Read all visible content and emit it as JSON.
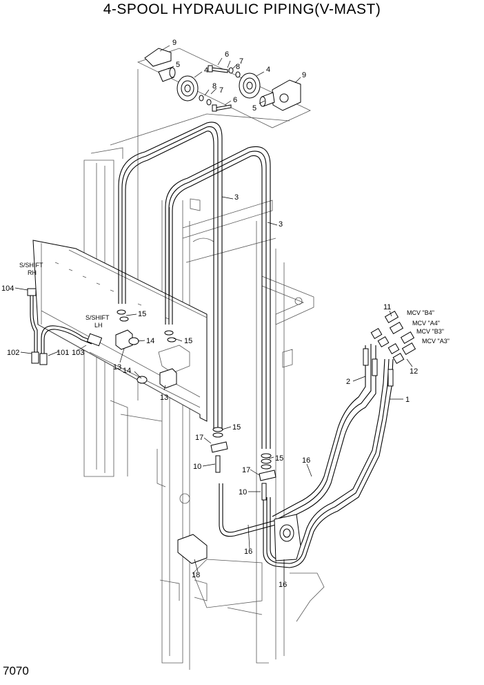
{
  "title": "4-SPOOL HYDRAULIC PIPING(V-MAST)",
  "page_number": "7070",
  "callouts": {
    "c9a": "9",
    "c9b": "9",
    "c5a": "5",
    "c5b": "5",
    "c4a": "4",
    "c4b": "4",
    "c6a": "6",
    "c6b": "6",
    "c7a": "7",
    "c7b": "7",
    "c8a": "8",
    "c8b": "8",
    "c3a": "3",
    "c3b": "3",
    "c15a": "15",
    "c15b": "15",
    "c15c": "15",
    "c15d": "15",
    "c14a": "14",
    "c14b": "14",
    "c13a": "13",
    "c13b": "13",
    "c17a": "17",
    "c17b": "17",
    "c10a": "10",
    "c10b": "10",
    "c16a": "16",
    "c16b": "16",
    "c16c": "16",
    "c18": "18",
    "c11": "11",
    "c12": "12",
    "c1": "1",
    "c2": "2",
    "c101": "101",
    "c102": "102",
    "c103": "103",
    "c104": "104"
  },
  "labels": {
    "sshift_rh_1": "S/SHIFT",
    "sshift_rh_2": "RH",
    "sshift_lh_1": "S/SHIFT",
    "sshift_lh_2": "LH",
    "mcv_b4": "MCV \"B4\"",
    "mcv_a4": "MCV \"A4\"",
    "mcv_b3": "MCV \"B3\"",
    "mcv_a3": "MCV \"A3\""
  }
}
